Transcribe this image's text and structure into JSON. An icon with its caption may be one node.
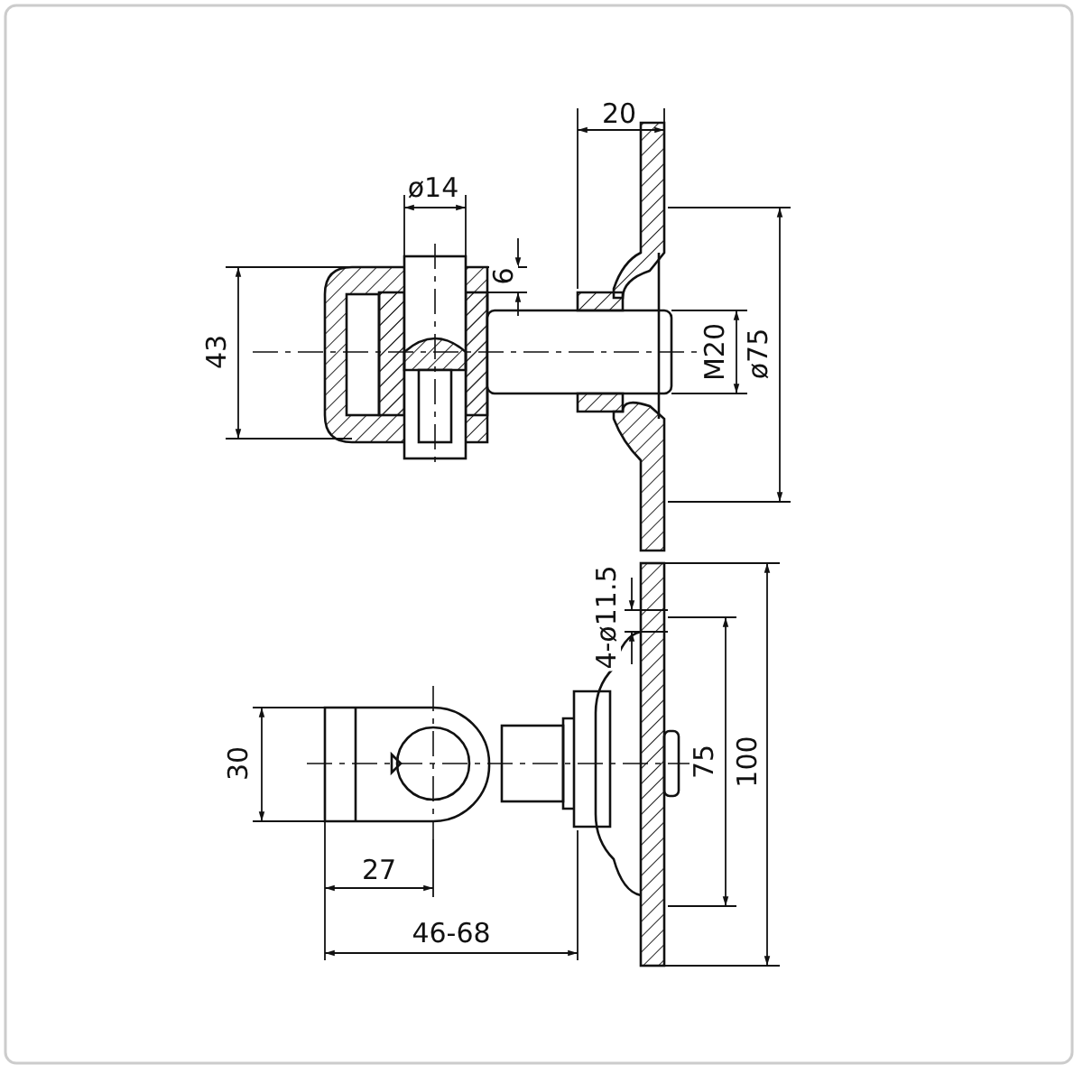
{
  "diagram": {
    "labels": [
      "20",
      "ø14",
      "6",
      "43",
      "M20",
      "ø75",
      "4-ø11.5",
      "30",
      "75",
      "100",
      "27",
      "46-68"
    ]
  }
}
